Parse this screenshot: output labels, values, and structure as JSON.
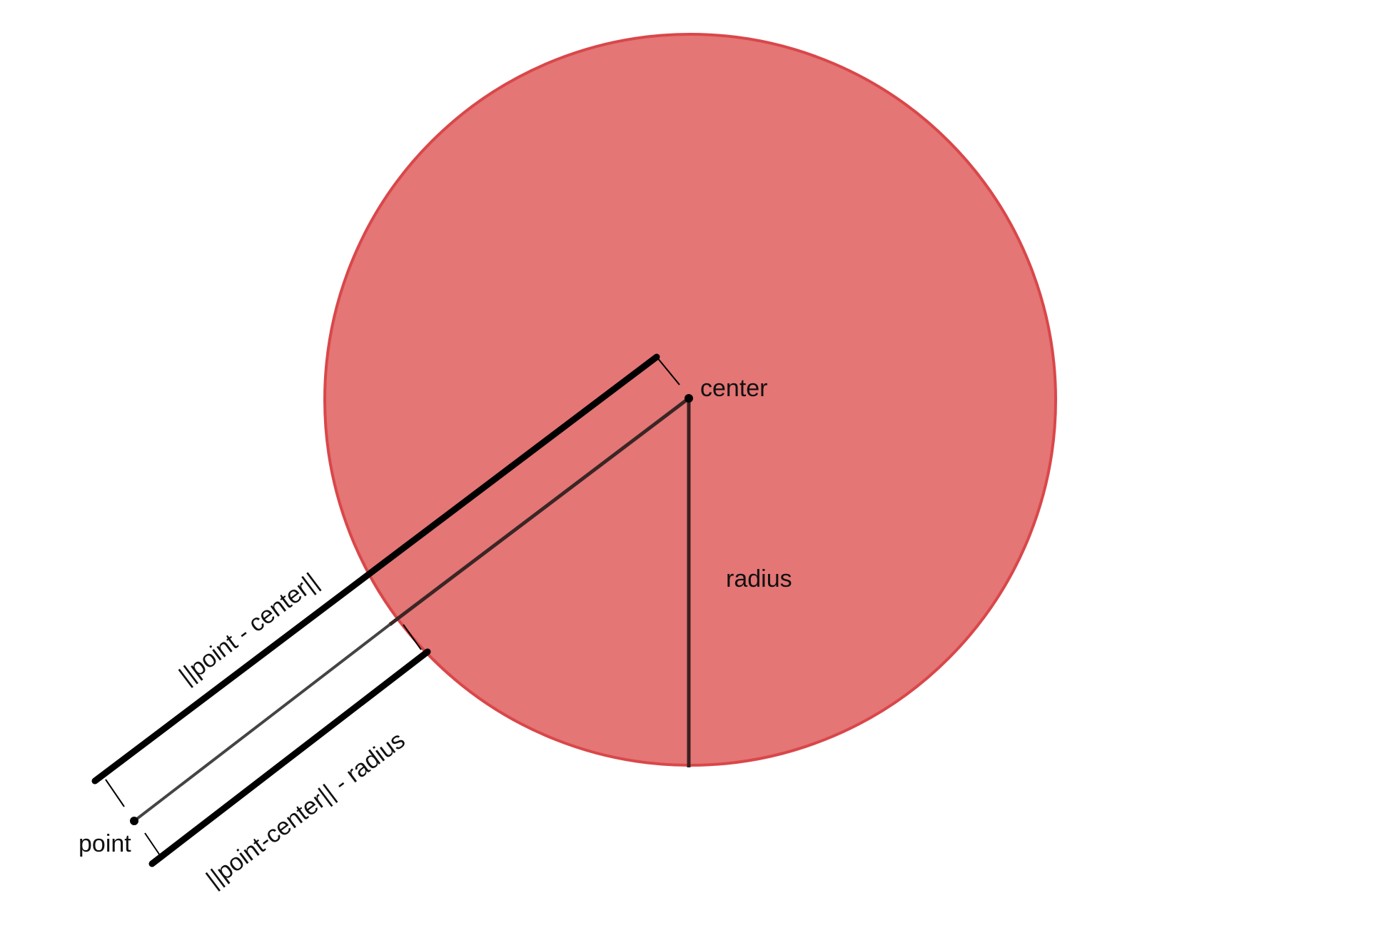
{
  "labels": {
    "center": "center",
    "radius": "radius",
    "point": "point",
    "distance": "||point - center||",
    "signed_distance": "||point-center|| - radius"
  },
  "colors": {
    "circle_fill": "#e47675",
    "circle_stroke": "#d9474a",
    "line": "#000000",
    "radius_line": "#3a2020",
    "inner_line": "#3b2525",
    "outer_line": "#444444"
  }
}
